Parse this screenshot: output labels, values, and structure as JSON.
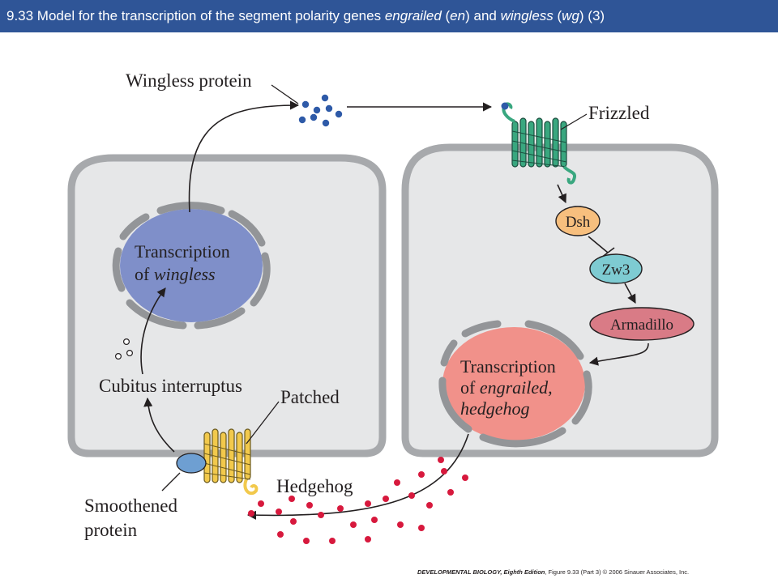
{
  "title": {
    "prefix": "9.33  Model for the transcription of the segment polarity genes ",
    "gene1": "engrailed",
    "abbr1": "en",
    "connector": " and ",
    "gene2": "wingless",
    "abbr2": "wg",
    "suffix": " (3)"
  },
  "labels": {
    "wingless_protein": "Wingless protein",
    "frizzled": "Frizzled",
    "dsh": "Dsh",
    "zw3": "Zw3",
    "armadillo": "Armadillo",
    "left_nucleus_line1": "Transcription",
    "left_nucleus_line2_prefix": "of ",
    "left_nucleus_line2_gene": "wingless",
    "right_nucleus_line1": "Transcription",
    "right_nucleus_line2_prefix": "of ",
    "right_nucleus_line2_gene": "engrailed,",
    "right_nucleus_line3_gene": "hedgehog",
    "cubitus": "Cubitus interruptus",
    "patched": "Patched",
    "hedgehog": "Hedgehog",
    "smoothened_line1": "Smoothened",
    "smoothened_line2": "protein"
  },
  "credit": {
    "book": "DEVELOPMENTAL BIOLOGY, Eighth Edition",
    "figure": ", Figure 9.33 (Part 3)",
    "copyright": "  © 2006 Sinauer Associates, Inc."
  },
  "colors": {
    "title_bar": "#2f5597",
    "cell_fill": "#e6e7e8",
    "cell_border": "#a7a9ac",
    "left_nucleus": "#7f8fc9",
    "right_nucleus": "#f1918a",
    "wingless_dots": "#2e5aa8",
    "hedgehog_dots": "#d7193d",
    "frizzled": "#39a77f",
    "patched": "#f2c94c",
    "smoothened": "#6e9fd2",
    "dsh": "#f7bf7e",
    "zw3": "#7ecbd2",
    "armadillo": "#d97b86"
  }
}
